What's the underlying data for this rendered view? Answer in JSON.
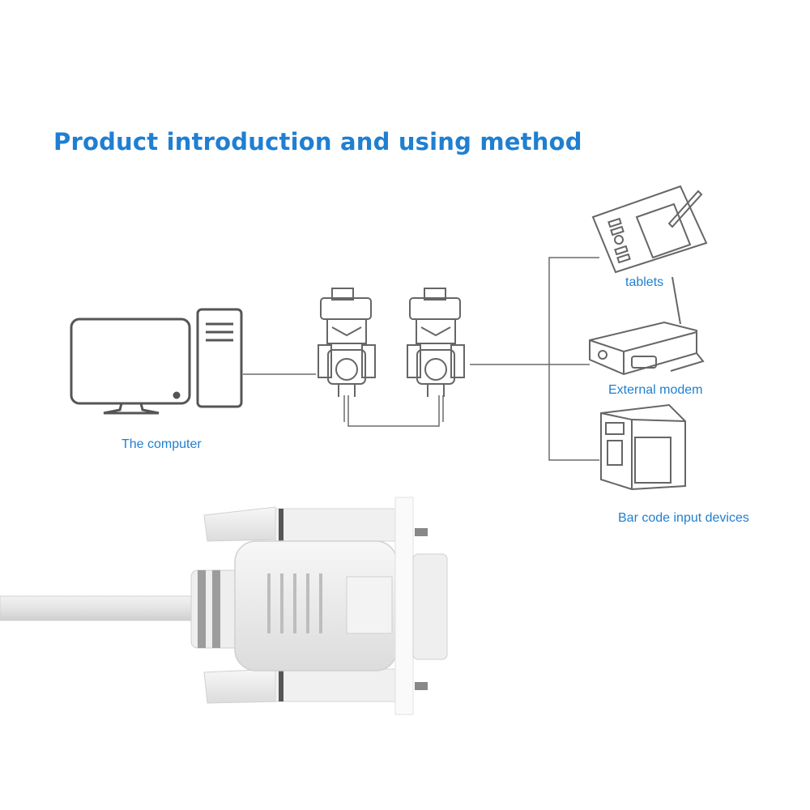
{
  "colors": {
    "accent": "#1f7fd1",
    "line": "#6b6b6b",
    "device_fill": "#ffffff"
  },
  "title": "Product introduction and using method",
  "labels": {
    "computer": "The computer",
    "tablets": "tablets",
    "modem": "External modem",
    "barcode": "Bar code input devices"
  },
  "icons": [
    "monitor-icon",
    "pc-tower-icon",
    "db9-connector-icon",
    "tablet-icon",
    "modem-icon",
    "printer-icon"
  ]
}
